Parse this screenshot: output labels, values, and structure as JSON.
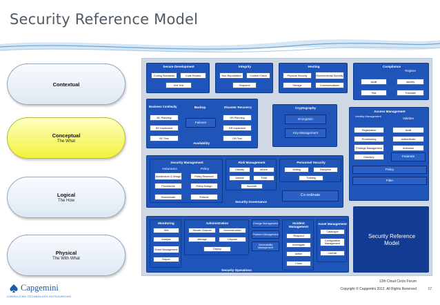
{
  "title": "Security Reference Model",
  "layers": [
    {
      "title": "Contextual",
      "subtitle": ""
    },
    {
      "title": "Conceptual",
      "subtitle": "The What"
    },
    {
      "title": "Logical",
      "subtitle": "The How"
    },
    {
      "title": "Physical",
      "subtitle": "The With What"
    }
  ],
  "colors": {
    "block": "#1f55b8",
    "highlight": "#f2f23a",
    "diagram_bg": "#cfd9e6",
    "brand": "#1b5aa6"
  },
  "diagram": {
    "secure_development": {
      "title": "Secure Development",
      "items": [
        "Coding Standards",
        "Code Review",
        "Unit Test"
      ]
    },
    "integrity": {
      "title": "Integrity",
      "items": [
        "Non-Repudiation",
        "Content Check",
        "Snapshot"
      ]
    },
    "hosting": {
      "title": "Hosting",
      "items": [
        "Physical Security",
        "Environmental Security",
        "Storage",
        "Communications"
      ]
    },
    "compliance": {
      "title": "Compliance",
      "items": [
        "Regime",
        "Audit",
        "Identify",
        "Test",
        "Translate"
      ]
    },
    "availability": {
      "title": "Availability",
      "items": [
        "Business Continuity",
        "BC Planning",
        "BC Implement",
        "BC Test",
        "Backup",
        "Failover",
        "Disaster Recovery",
        "DR Planning",
        "DR Implement",
        "DR Test"
      ]
    },
    "cryptography": {
      "title": "Cryptography",
      "items": [
        "Encryption",
        "Key Management"
      ]
    },
    "access_management": {
      "title": "Access Management",
      "items": [
        "Identity Management",
        "Validate",
        "Registration",
        "Audit",
        "Provisioning",
        "Authenticate",
        "Privilege Management",
        "Authorise",
        "Directory",
        "Federate",
        "Policy",
        "Filter"
      ]
    },
    "security_management": {
      "title": "Security Management",
      "assurance": "Assurance",
      "assurance_items": [
        "Architecture & Design",
        "Procedures",
        "Disseminate"
      ],
      "policy": "Policy",
      "policy_items": [
        "Policy Research",
        "Policy Design",
        "Enforce"
      ]
    },
    "risk_management": {
      "title": "Risk Management",
      "items": [
        "Classify",
        "Inform",
        "Assess",
        "Treat",
        "Accredit"
      ]
    },
    "personnel_security": {
      "title": "Personnel Security",
      "items": [
        "Vetting",
        "Discipline",
        "Training"
      ]
    },
    "security_governance": "Security Governance",
    "coordinate": "Co-ordinate",
    "monitoring": {
      "title": "Monitoring",
      "items": [
        "SIM",
        "Analyse",
        "Event Management",
        "Report"
      ]
    },
    "administration": {
      "title": "Administration",
      "items": [
        "Secure Channel",
        "Deconstruction",
        "Manage",
        "Dispose",
        "Deploy"
      ]
    },
    "change_management": "Change Management",
    "problem_management": "Problem Management",
    "vulnerability_management": "Vulnerability Management",
    "incident_management": {
      "title": "Incident Management",
      "items": [
        "Respond",
        "Investigate",
        "Action",
        "Close"
      ]
    },
    "asset_management": {
      "title": "Asset Management",
      "items": [
        "Catalogue",
        "Configuration Management",
        "License"
      ]
    },
    "security_operations": "Security Operations",
    "srm_label": "Security Reference Model"
  },
  "footer": {
    "event": "12th Cloud Circle Forum",
    "copyright": "Copyright © Capgemini 2012. All Rights Reserved",
    "page": "17",
    "logo": "Capgemini",
    "tagline": "CONSULTING.TECHNOLOGY.OUTSOURCING"
  }
}
